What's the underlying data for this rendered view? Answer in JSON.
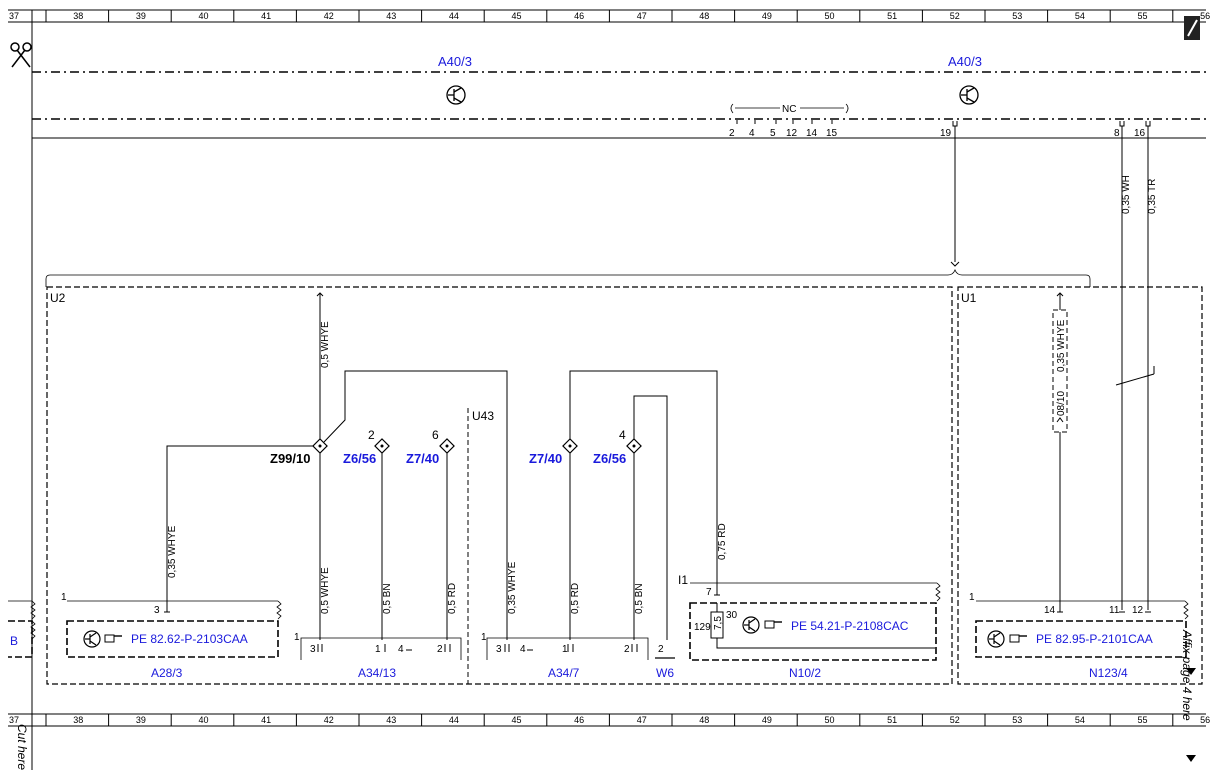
{
  "ruler": {
    "columns": [
      "37",
      "38",
      "39",
      "40",
      "41",
      "42",
      "43",
      "44",
      "45",
      "46",
      "47",
      "48",
      "49",
      "50",
      "51",
      "52",
      "53",
      "54",
      "55",
      "56"
    ]
  },
  "margin": {
    "cut_here": "Cut here",
    "affix_page": "Affix page 4 here"
  },
  "top_modules": {
    "left": "A40/3",
    "right": "A40/3"
  },
  "nc_bracket": {
    "label": "NC",
    "pins": [
      "2",
      "4",
      "5",
      "12",
      "14",
      "15"
    ]
  },
  "top_pins": {
    "p19": "19",
    "p8": "8",
    "p16": "16"
  },
  "upper_wires": {
    "wh": "0,35 WH",
    "tr": "0,35 TR"
  },
  "areas": {
    "u2": "U2",
    "u1": "U1",
    "u43": "U43"
  },
  "nodes": {
    "z99": "Z99/10",
    "z656a": "Z6/56",
    "z740a": "Z7/40",
    "z740b": "Z7/40",
    "z656b": "Z6/56",
    "n2": "2",
    "n6": "6",
    "n4": "4"
  },
  "wires": {
    "w_z99_top": "0,5 WHYE",
    "w_a28": "0,35 WHYE",
    "w_z99_bottom": "0,5 WHYE",
    "w_bn1": "0,5 BN",
    "w_rd1": "0,5 RD",
    "w_whye2": "0,35 WHYE",
    "w_rd2": "0,5 RD",
    "w_bn2": "0,5 BN",
    "w_rd3": "0,75 RD",
    "w_u1": "0,35 WHYE",
    "w_u1_ref": "08/10"
  },
  "components": {
    "a28_label": "A28/3",
    "a28_ref": "PE 82.62-P-2103CAA",
    "a28_pin1": "1",
    "a28_pin3": "3",
    "a34_13_label": "A34/13",
    "a34_13_pins": [
      "1",
      "3",
      "1",
      "4",
      "2"
    ],
    "a34_7_label": "A34/7",
    "a34_7_pins": [
      "1",
      "3",
      "4",
      "1",
      "2"
    ],
    "w6_label": "W6",
    "w6_pin": "2",
    "n10_label": "N10/2",
    "n10_ref": "PE 54.21-P-2108CAC",
    "n10_i1": "I1",
    "n10_p7": "7",
    "n10_p129": "129",
    "n10_p30": "30",
    "n10_fuse": "7,5",
    "n123_label": "N123/4",
    "n123_ref": "PE 82.95-P-2101CAA",
    "n123_pin1": "1",
    "n123_pins": [
      "14",
      "11",
      "12"
    ],
    "left_cut": "B"
  },
  "colors": {
    "link_blue": "#1a1adc",
    "line": "#000000"
  }
}
